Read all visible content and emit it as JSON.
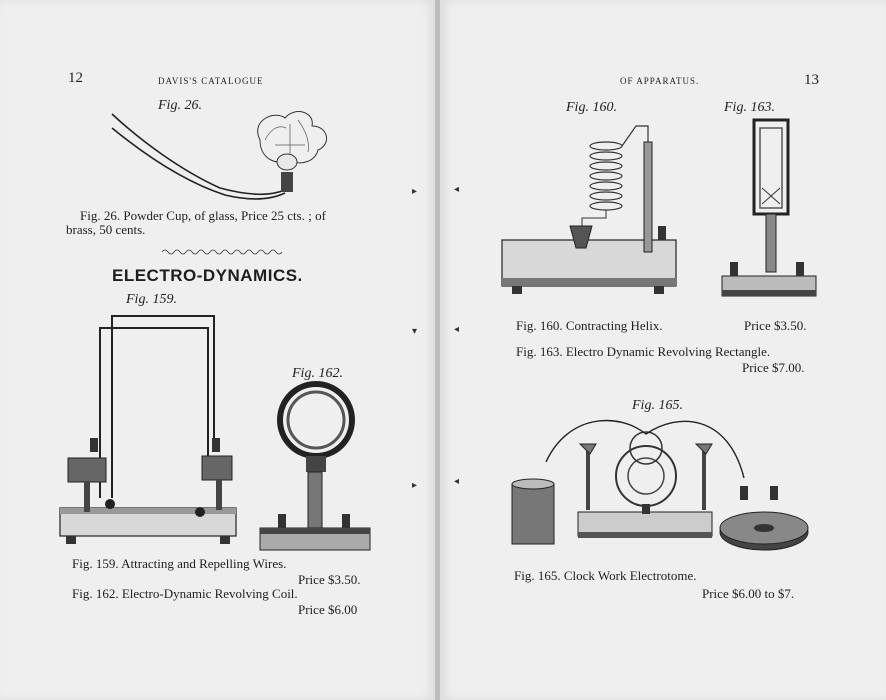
{
  "left_page": {
    "page_number": "12",
    "running_head": "DAVIS'S CATALOGUE",
    "fig26": {
      "label": "Fig. 26.",
      "caption_line1": "Fig. 26.   Powder Cup, of glass, Price 25 cts. ;   of",
      "caption_line2": "brass, 50 cents."
    },
    "section_heading": "ELECTRO-DYNAMICS.",
    "fig159": {
      "label": "Fig. 159.",
      "caption": "Fig. 159.   Attracting and Repelling Wires.",
      "price": "Price $3.50."
    },
    "fig162": {
      "label": "Fig. 162.",
      "caption": "Fig. 162.   Electro-Dynamic Revolving Coil.",
      "price": "Price $6.00"
    }
  },
  "right_page": {
    "page_number": "13",
    "running_head": "OF APPARATUS.",
    "fig160": {
      "label": "Fig. 160.",
      "caption": "Fig. 160.   Contracting Helix.",
      "price": "Price $3.50."
    },
    "fig163": {
      "label": "Fig. 163.",
      "caption": "Fig. 163.   Electro Dynamic Revolving Rectangle.",
      "price": "Price $7.00."
    },
    "fig165": {
      "label": "Fig. 165.",
      "caption": "Fig. 165.   Clock Work Electrotome.",
      "price": "Price $6.00 to $7."
    }
  },
  "colors": {
    "paper": "#efefef",
    "ink": "#1e1e1e",
    "gutter": "#bdbdbd"
  }
}
